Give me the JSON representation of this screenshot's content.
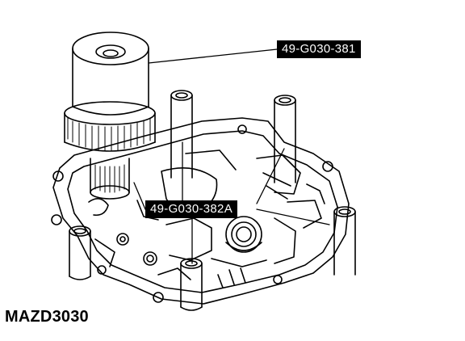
{
  "callouts": {
    "tool_upper": "49-G030-381",
    "tool_lower": "49-G030-382A"
  },
  "figure_id": "MAZD3030",
  "colors": {
    "ink": "#000000",
    "paper": "#ffffff"
  }
}
